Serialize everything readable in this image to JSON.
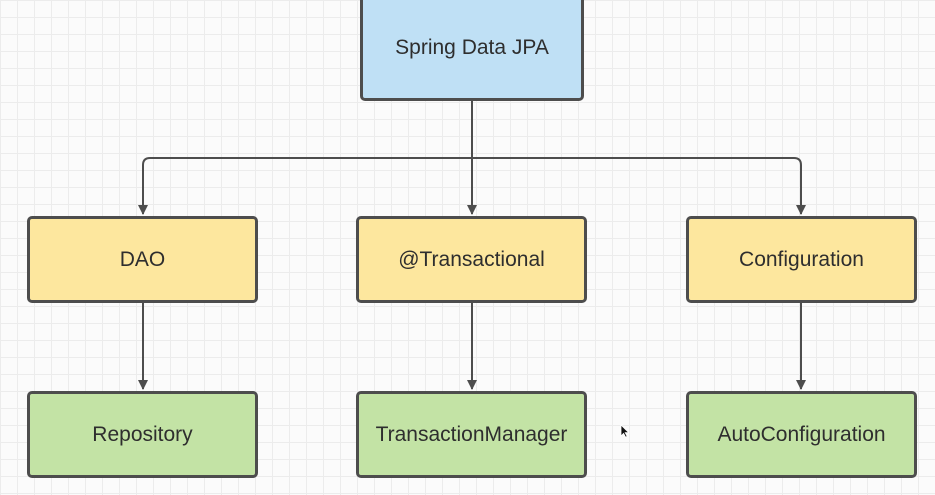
{
  "diagram": {
    "root": {
      "label": "Spring Data JPA",
      "color": "#bfe0f5"
    },
    "middle": [
      {
        "label": "DAO",
        "color": "#fde79e"
      },
      {
        "label": "@Transactional",
        "color": "#fde79e"
      },
      {
        "label": "Configuration",
        "color": "#fde79e"
      }
    ],
    "leaves": [
      {
        "label": "Repository",
        "color": "#c3e3a5"
      },
      {
        "label": "TransactionManager",
        "color": "#c3e3a5"
      },
      {
        "label": "AutoConfiguration",
        "color": "#c3e3a5"
      }
    ],
    "edges": [
      {
        "from": "Spring Data JPA",
        "to": "DAO"
      },
      {
        "from": "Spring Data JPA",
        "to": "@Transactional"
      },
      {
        "from": "Spring Data JPA",
        "to": "Configuration"
      },
      {
        "from": "DAO",
        "to": "Repository"
      },
      {
        "from": "@Transactional",
        "to": "TransactionManager"
      },
      {
        "from": "Configuration",
        "to": "AutoConfiguration"
      }
    ],
    "line_color": "#4d4d4d"
  },
  "icons": {
    "cursor": "mouse-pointer-icon"
  }
}
